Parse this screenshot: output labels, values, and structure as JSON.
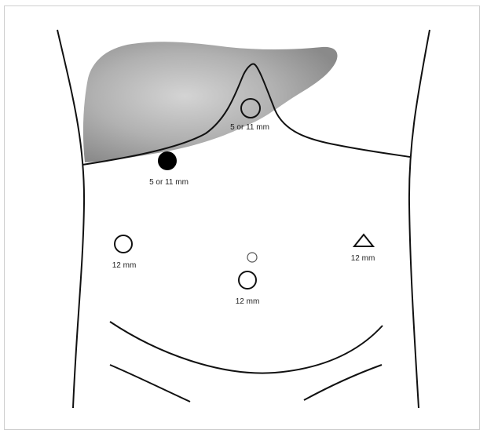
{
  "diagram": {
    "ports": [
      {
        "id": "epigastric",
        "label": "5 or 11 mm",
        "shape": "circle-open"
      },
      {
        "id": "subcostal",
        "label": "5 or 11 mm",
        "shape": "circle-filled"
      },
      {
        "id": "right-lateral",
        "label": "12 mm",
        "shape": "circle-open"
      },
      {
        "id": "left-lateral",
        "label": "12 mm",
        "shape": "triangle-open"
      },
      {
        "id": "umbilical-small",
        "label": "",
        "shape": "circle-small"
      },
      {
        "id": "infraumbilical",
        "label": "12 mm",
        "shape": "circle-open"
      }
    ],
    "colors": {
      "line": "#111111",
      "liver_light": "#c9c9c9",
      "liver_dark": "#8c8c8c",
      "filled_port": "#000000",
      "frame": "#cfcfcf"
    }
  }
}
